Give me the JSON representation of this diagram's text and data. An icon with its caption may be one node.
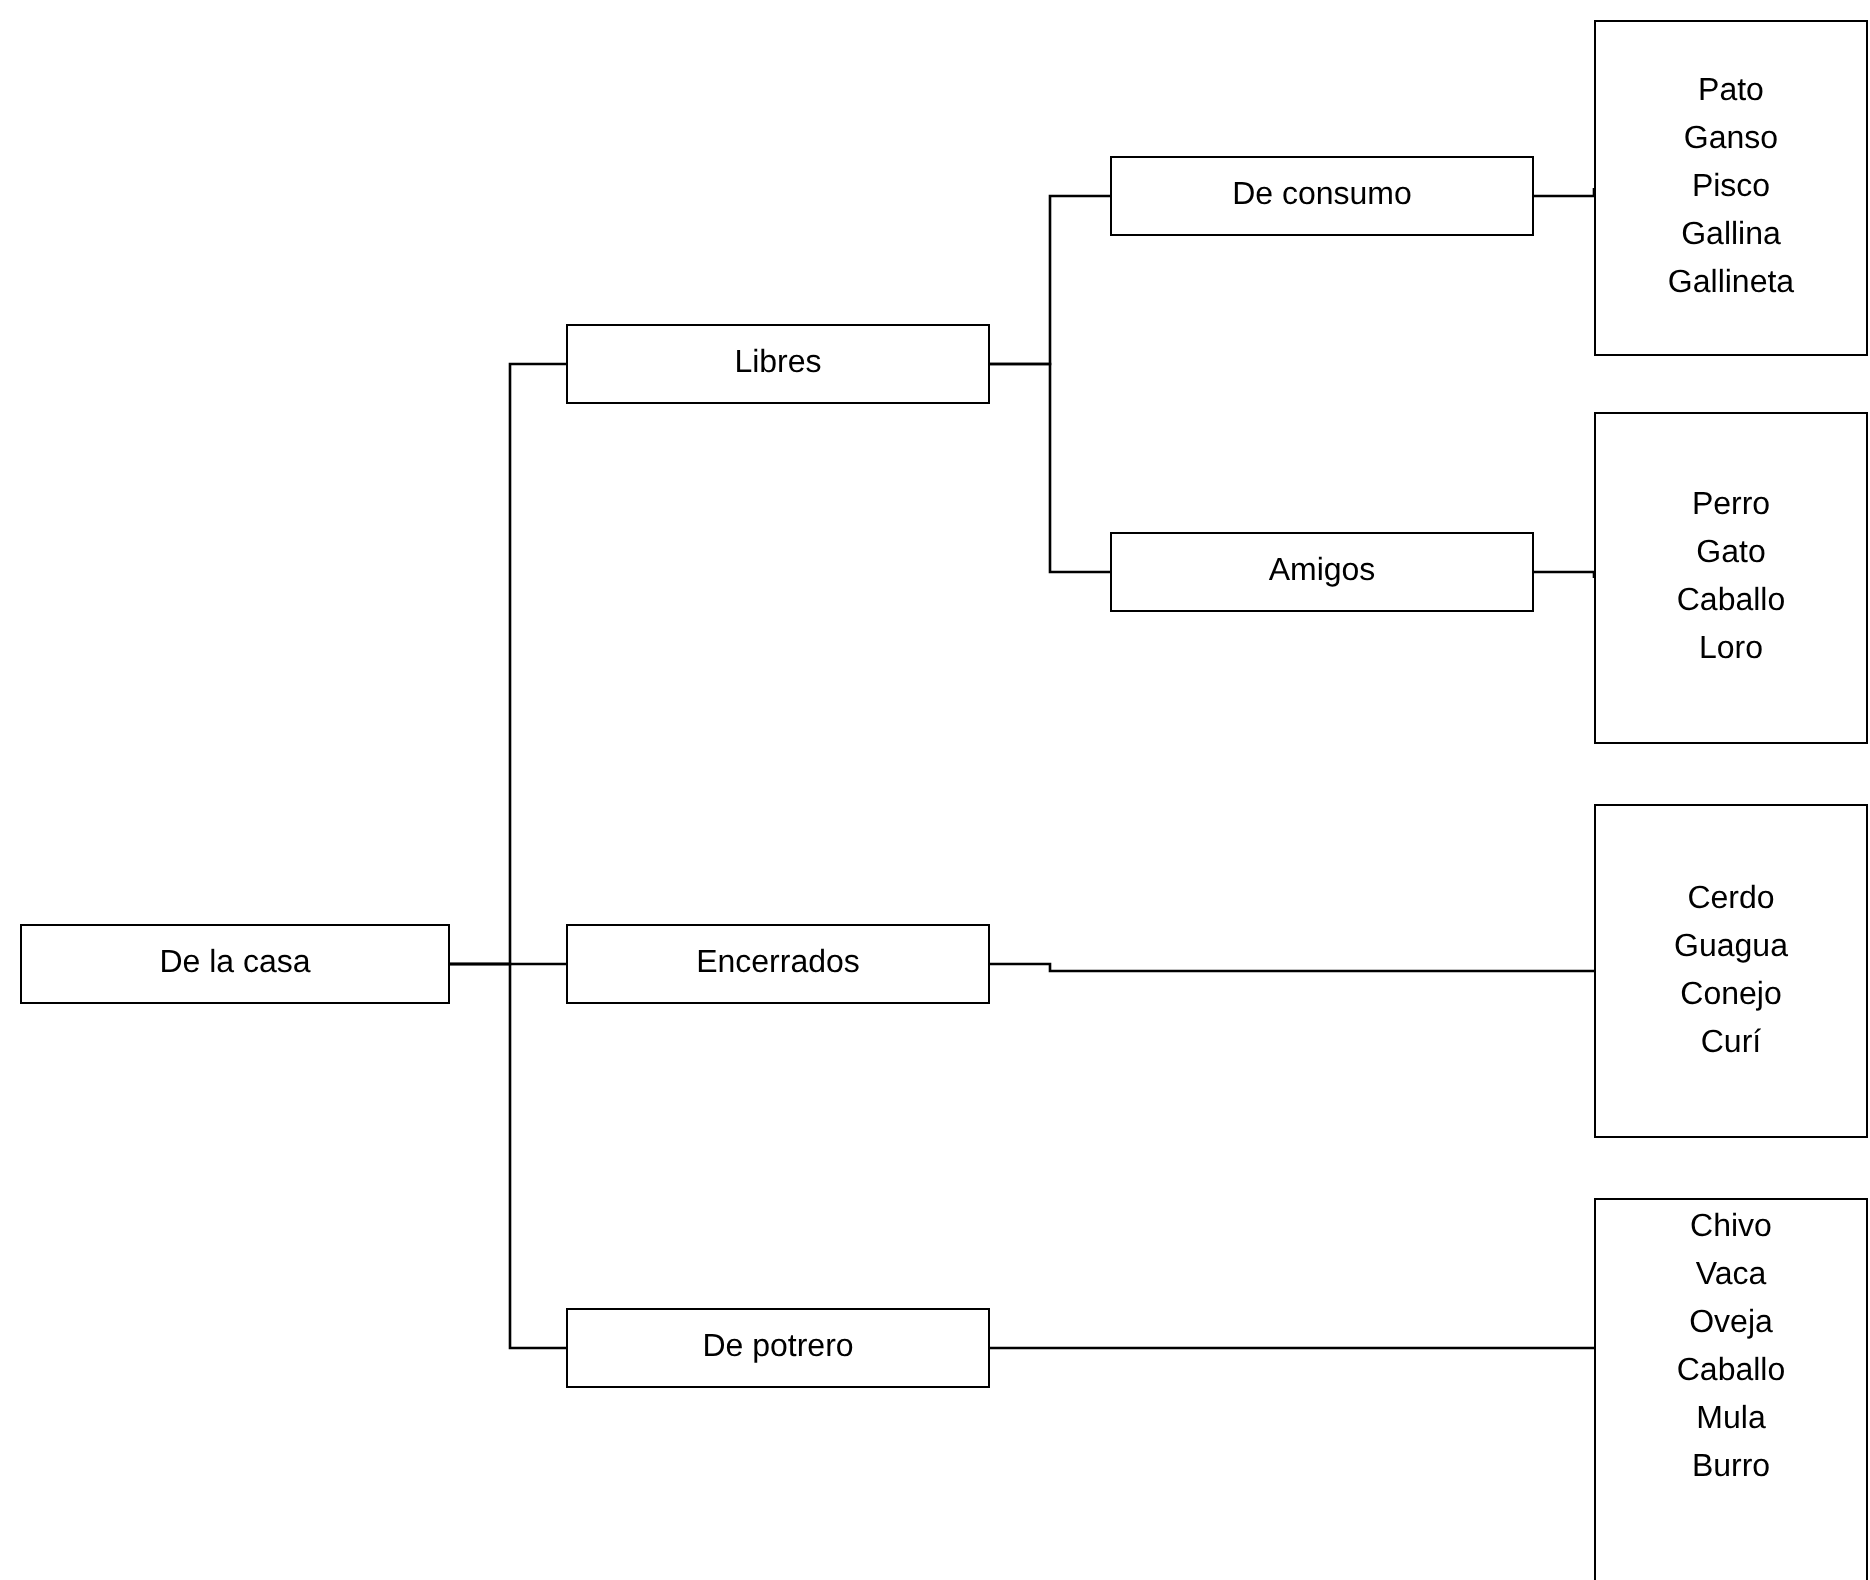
{
  "diagram": {
    "nodes": [
      {
        "text": [
          "De la casa"
        ]
      },
      {
        "text": [
          "Libres"
        ]
      },
      {
        "text": [
          "De consumo"
        ]
      },
      {
        "text": [
          "Pato",
          "Ganso",
          "Pisco",
          "Gallina",
          "Gallineta"
        ]
      },
      {
        "text": [
          "Amigos"
        ]
      },
      {
        "text": [
          "Perro",
          "Gato",
          "Caballo",
          "Loro"
        ]
      },
      {
        "text": [
          "Encerrados"
        ]
      },
      {
        "text": [
          "Cerdo",
          "Guagua",
          "Conejo",
          "Curí"
        ]
      },
      {
        "text": [
          "De potrero"
        ]
      },
      {
        "text": [
          "Chivo",
          "Vaca",
          "Oveja",
          "Caballo",
          "Mula",
          "Burro"
        ]
      }
    ],
    "edges": [
      {
        "from": 0,
        "to": 1,
        "arrow": "none"
      },
      {
        "from": 0,
        "to": 6,
        "arrow": "none"
      },
      {
        "from": 0,
        "to": 8,
        "arrow": "none"
      },
      {
        "from": 1,
        "to": 2,
        "arrow": "none"
      },
      {
        "from": 1,
        "to": 4,
        "arrow": "none"
      },
      {
        "from": 2,
        "to": 3,
        "arrow": "none"
      },
      {
        "from": 4,
        "to": 5,
        "arrow": "none"
      },
      {
        "from": 6,
        "to": 7,
        "arrow": "none"
      },
      {
        "from": 8,
        "to": 9,
        "arrow": "none"
      }
    ]
  }
}
